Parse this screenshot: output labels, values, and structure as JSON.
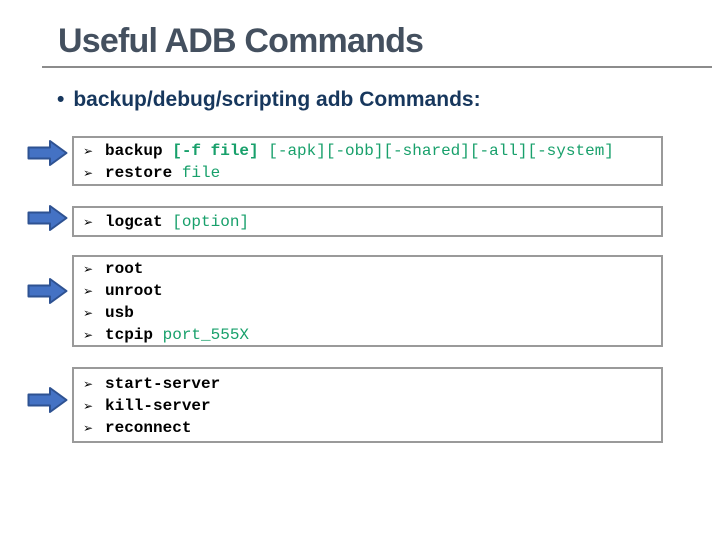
{
  "title": {
    "text": "Useful ADB Commands"
  },
  "heading": {
    "bullet": "•",
    "text": "backup/debug/scripting adb Commands:"
  },
  "glyphs": {
    "arrow_bullet": "➢"
  },
  "colors": {
    "title_text": "#44505F",
    "heading_text": "#17375D",
    "command_text": "#000000",
    "argument_text": "#18A06B",
    "box_border": "#9A9A9A",
    "arrow_fill": "#4472C4",
    "arrow_stroke": "#2E5292",
    "rule": "#8C8C8C"
  },
  "boxes": [
    {
      "name": "backup-restore",
      "lines": [
        {
          "segs": [
            {
              "t": "backup "
            },
            {
              "t": "[-f file] "
            },
            {
              "t": "[-apk][-obb][-shared][-all][-system]"
            }
          ]
        },
        {
          "segs": [
            {
              "t": "restore "
            },
            {
              "t": "file"
            }
          ]
        }
      ]
    },
    {
      "name": "logcat",
      "lines": [
        {
          "segs": [
            {
              "t": "logcat "
            },
            {
              "t": "[option]"
            }
          ]
        }
      ]
    },
    {
      "name": "connection-modes",
      "lines": [
        {
          "segs": [
            {
              "t": "root"
            }
          ]
        },
        {
          "segs": [
            {
              "t": "unroot"
            }
          ]
        },
        {
          "segs": [
            {
              "t": "usb"
            }
          ]
        },
        {
          "segs": [
            {
              "t": "tcpip "
            },
            {
              "t": "port_555X"
            }
          ]
        }
      ]
    },
    {
      "name": "server-control",
      "lines": [
        {
          "segs": [
            {
              "t": "start-server"
            }
          ]
        },
        {
          "segs": [
            {
              "t": "kill-server"
            }
          ]
        },
        {
          "segs": [
            {
              "t": "reconnect"
            }
          ]
        }
      ]
    }
  ]
}
